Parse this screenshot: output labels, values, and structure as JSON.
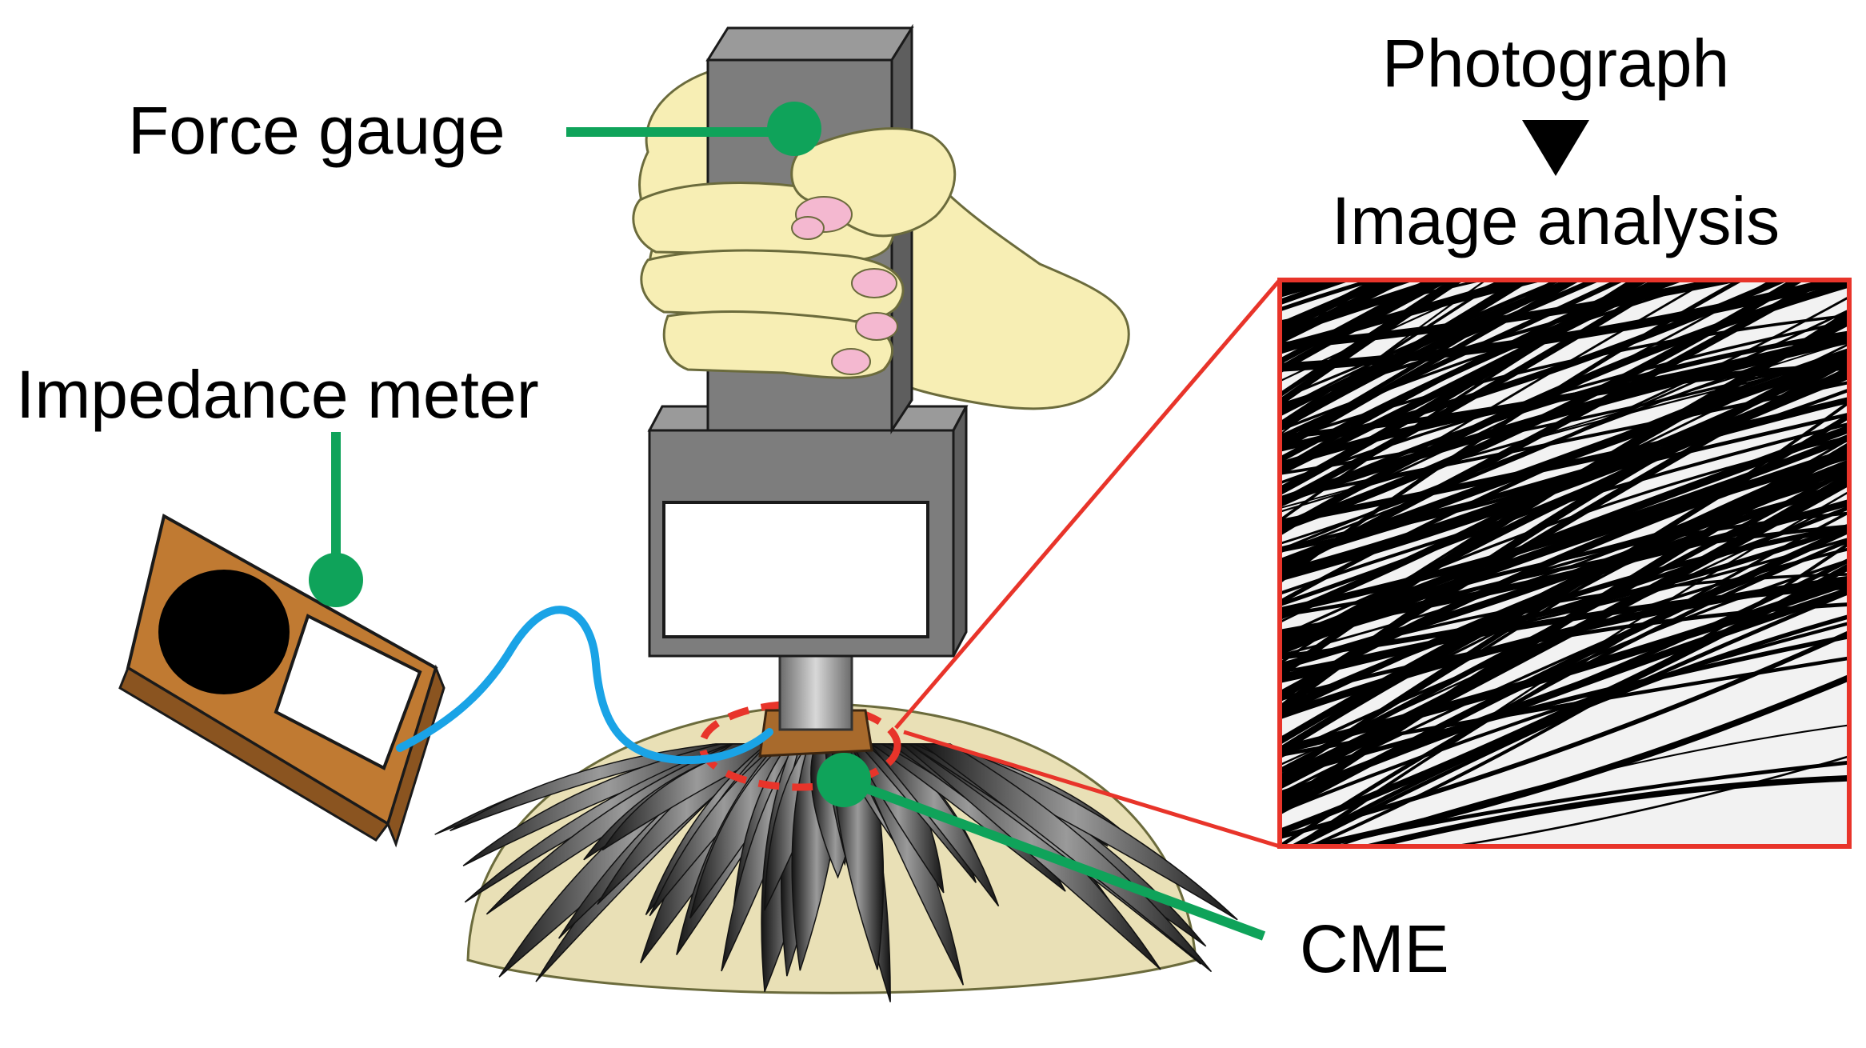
{
  "labels": {
    "force_gauge": "Force gauge",
    "impedance_meter": "Impedance meter",
    "photograph": "Photograph",
    "image_analysis": "Image analysis",
    "cme": "CME"
  },
  "colors": {
    "leader": "#0fa35a",
    "highlight": "#e8342a",
    "cable": "#1aa3e6",
    "meter_body": "#c07a32",
    "gauge_body": "#7d7d7d",
    "hand": "#f7eeb4",
    "nail": "#f4b8d0",
    "hair": "#2e2e2e",
    "scalp": "#e9e0b6"
  }
}
